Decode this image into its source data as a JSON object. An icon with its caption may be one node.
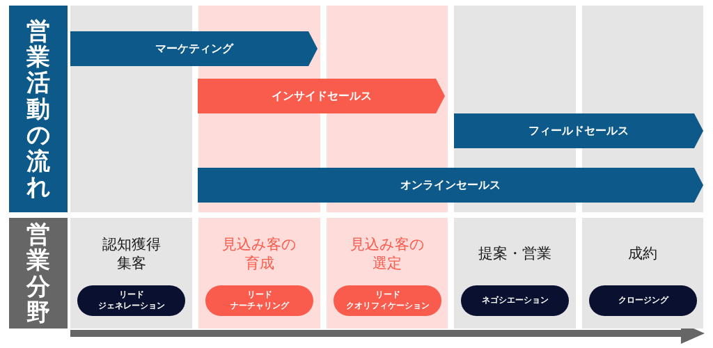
{
  "diagram": {
    "nodes": [
      {
        "text": [
          "営業活動の流れ"
        ]
      },
      {
        "text": [
          "営業分野"
        ]
      },
      {
        "text": [
          "マーケティング"
        ]
      },
      {
        "text": [
          "インサイドセールス"
        ]
      },
      {
        "text": [
          "フィールドセールス"
        ]
      },
      {
        "text": [
          "オンラインセールス"
        ]
      },
      {
        "text": [
          "認知獲得集客"
        ]
      },
      {
        "text": [
          "リード",
          "ジェネレーション"
        ],
        "in": 6
      },
      {
        "text": [
          "見込み客の育成"
        ]
      },
      {
        "text": [
          "リード",
          "ナーチャリング"
        ],
        "in": 8
      },
      {
        "text": [
          "見込み客の選定"
        ]
      },
      {
        "text": [
          "リード",
          "クオリフィケーション"
        ],
        "in": 10
      },
      {
        "text": [
          "提案・営業"
        ]
      },
      {
        "text": [
          "ネゴシエーション"
        ],
        "in": 12
      },
      {
        "text": [
          "成約"
        ]
      },
      {
        "text": [
          "クロージング"
        ],
        "in": 14
      }
    ]
  }
}
